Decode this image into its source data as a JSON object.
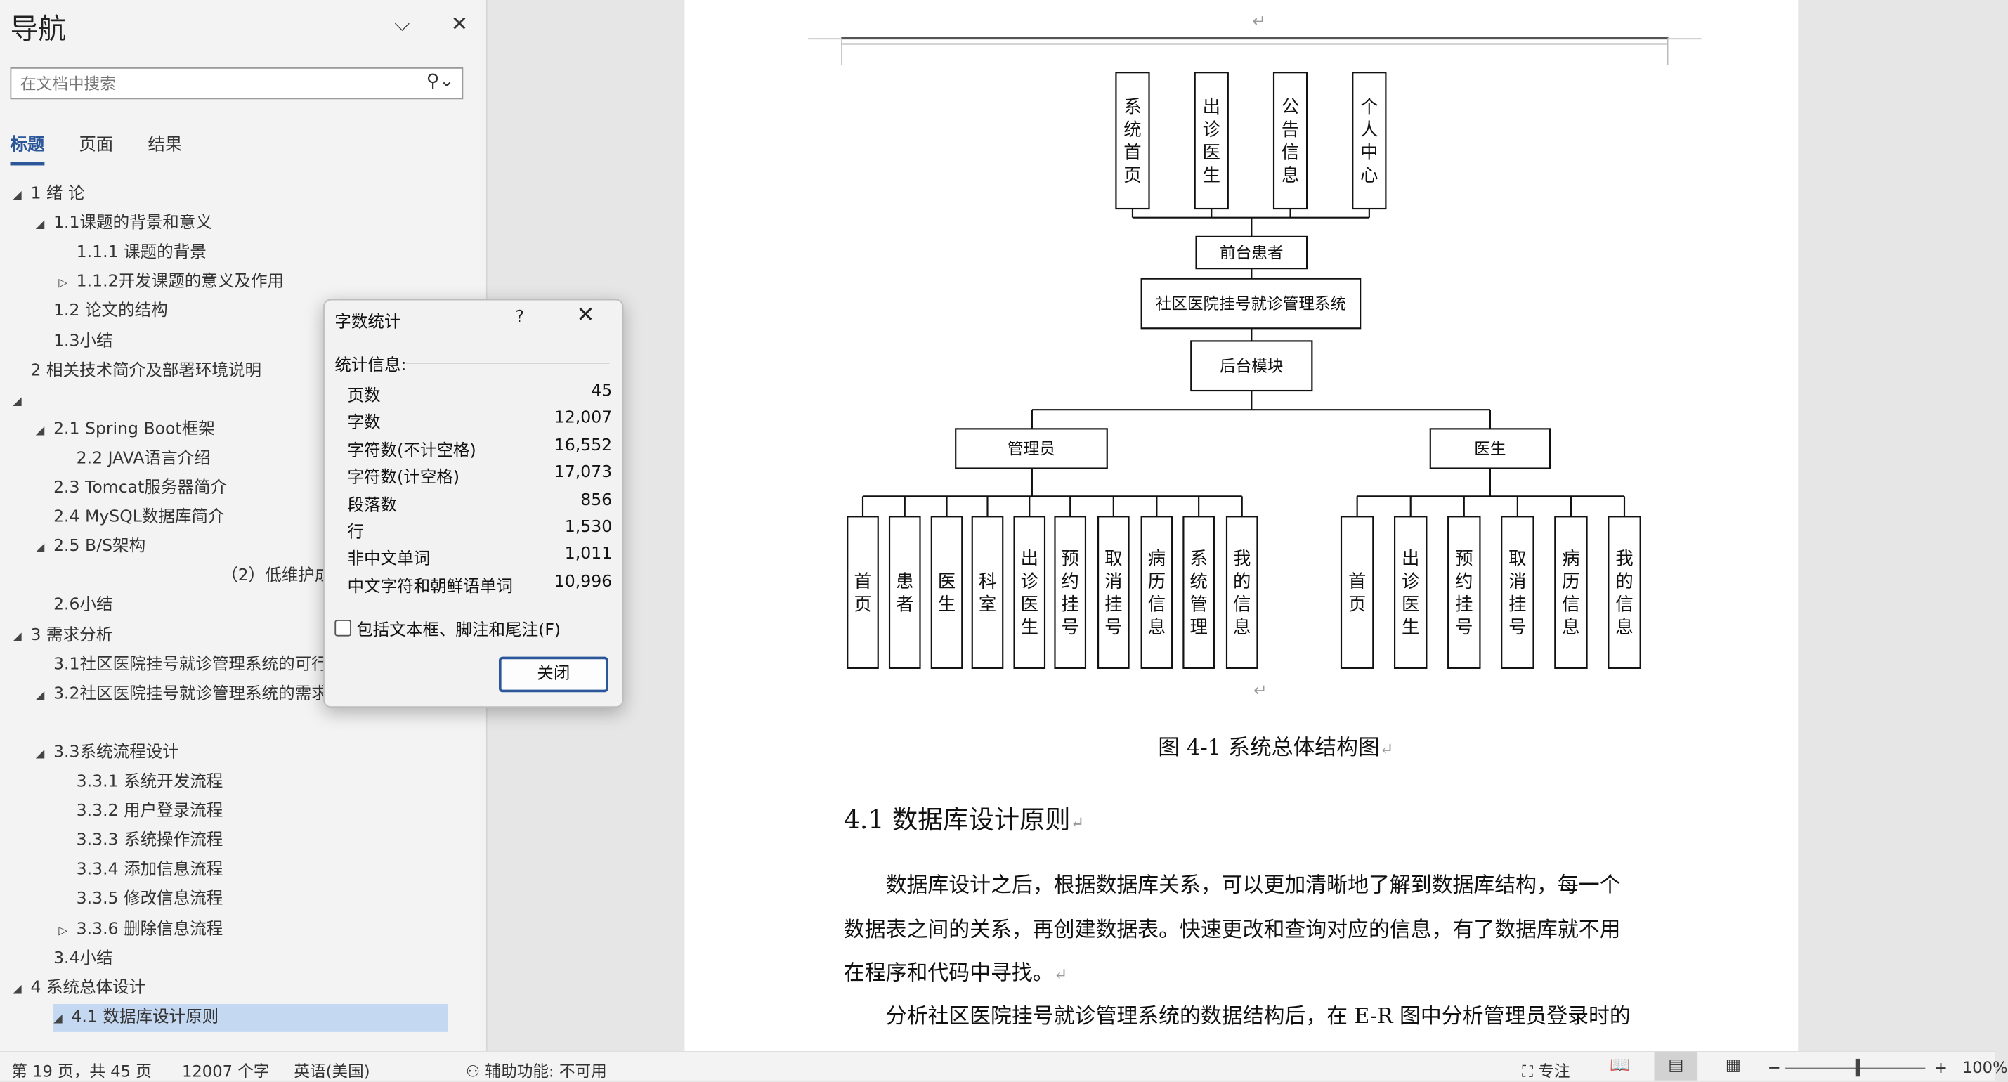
{
  "nav": {
    "title": "导航",
    "search_placeholder": "在文档中搜索",
    "tabs": [
      "标题",
      "页面",
      "结果"
    ],
    "tree": [
      {
        "label": "1 绪  论",
        "twisty": "◢"
      },
      {
        "label": "1.1课题的背景和意义",
        "twisty": "◢"
      },
      {
        "label": "1.1.1 课题的背景",
        "twisty": ""
      },
      {
        "label": "1.1.2开发课题的意义及作用",
        "twisty": "▷"
      },
      {
        "label": "1.2 论文的结构",
        "twisty": ""
      },
      {
        "label": "1.3小结",
        "twisty": ""
      },
      {
        "label": "2 相关技术简介及部署环境说明",
        "twisty": ""
      },
      {
        "label": "",
        "twisty": "◢"
      },
      {
        "label": "2.1 Spring Boot框架",
        "twisty": "◢"
      },
      {
        "label": "2.2 JAVA语言介绍",
        "twisty": ""
      },
      {
        "label": "2.3 Tomcat服务器简介",
        "twisty": ""
      },
      {
        "label": "2.4 MySQL数据库简介",
        "twisty": ""
      },
      {
        "label": "2.5 B/S架构",
        "twisty": "◢"
      },
      {
        "label": "（2）低维护成",
        "twisty": ""
      },
      {
        "label": "2.6小结",
        "twisty": ""
      },
      {
        "label": "3 需求分析",
        "twisty": "◢"
      },
      {
        "label": "3.1社区医院挂号就诊管理系统的可行",
        "twisty": ""
      },
      {
        "label": "3.2社区医院挂号就诊管理系统的需求",
        "twisty": "◢"
      },
      {
        "label": "",
        "twisty": ""
      },
      {
        "label": "3.3系统流程设计",
        "twisty": "◢"
      },
      {
        "label": "3.3.1 系统开发流程",
        "twisty": ""
      },
      {
        "label": "3.3.2 用户登录流程",
        "twisty": ""
      },
      {
        "label": "3.3.3 系统操作流程",
        "twisty": ""
      },
      {
        "label": "3.3.4 添加信息流程",
        "twisty": ""
      },
      {
        "label": "3.3.5 修改信息流程",
        "twisty": ""
      },
      {
        "label": "3.3.6 删除信息流程",
        "twisty": "▷"
      },
      {
        "label": "3.4小结",
        "twisty": ""
      },
      {
        "label": "4 系统总体设计",
        "twisty": "◢"
      },
      {
        "label": "4.1  数据库设计原则",
        "twisty": "◢"
      }
    ]
  },
  "dialog": {
    "title": "字数统计",
    "help": "?",
    "section": "统计信息:",
    "stats": [
      {
        "label": "页数",
        "value": "45"
      },
      {
        "label": "字数",
        "value": "12,007"
      },
      {
        "label": "字符数(不计空格)",
        "value": "16,552"
      },
      {
        "label": "字符数(计空格)",
        "value": "17,073"
      },
      {
        "label": "段落数",
        "value": "856"
      },
      {
        "label": "行",
        "value": "1,530"
      },
      {
        "label": "非中文单词",
        "value": "1,011"
      },
      {
        "label": "中文字符和朝鲜语单词",
        "value": "10,996"
      }
    ],
    "checkbox_label": "包括文本框、脚注和尾注(F)",
    "close_label": "关闭"
  },
  "document": {
    "diagram": {
      "top_items": [
        "系统首页",
        "出诊医生",
        "公告信息",
        "个人中心"
      ],
      "front": "前台患者",
      "system": "社区医院挂号就诊管理系统",
      "backend": "后台模块",
      "admin": "管理员",
      "doctor": "医生",
      "admin_items": [
        "首页",
        "患者",
        "医生",
        "科室",
        "出诊医生",
        "预约挂号",
        "取消挂号",
        "病历信息",
        "系统管理",
        "我的信息"
      ],
      "doctor_items": [
        "首页",
        "出诊医生",
        "预约挂号",
        "取消挂号",
        "病历信息",
        "我的信息"
      ]
    },
    "caption": "图 4-1  系统总体结构图",
    "heading": "4.1    数据库设计原则",
    "para1_lines": [
      "数据库设计之后，根据数据库关系，可以更加清晰地了解到数据库结构，每一个",
      "数据表之间的关系，再创建数据表。快速更改和查询对应的信息，有了数据库就不用",
      "在程序和代码中寻找。"
    ],
    "para2_line": "分析社区医院挂号就诊管理系统的数据结构后，在 E-R 图中分析管理员登录时的"
  },
  "status": {
    "page": "第 19 页，共 45 页",
    "words": "12007 个字",
    "lang": "英语(美国)",
    "access": "辅助功能: 不可用",
    "focus": "专注",
    "zoom": "100%"
  }
}
